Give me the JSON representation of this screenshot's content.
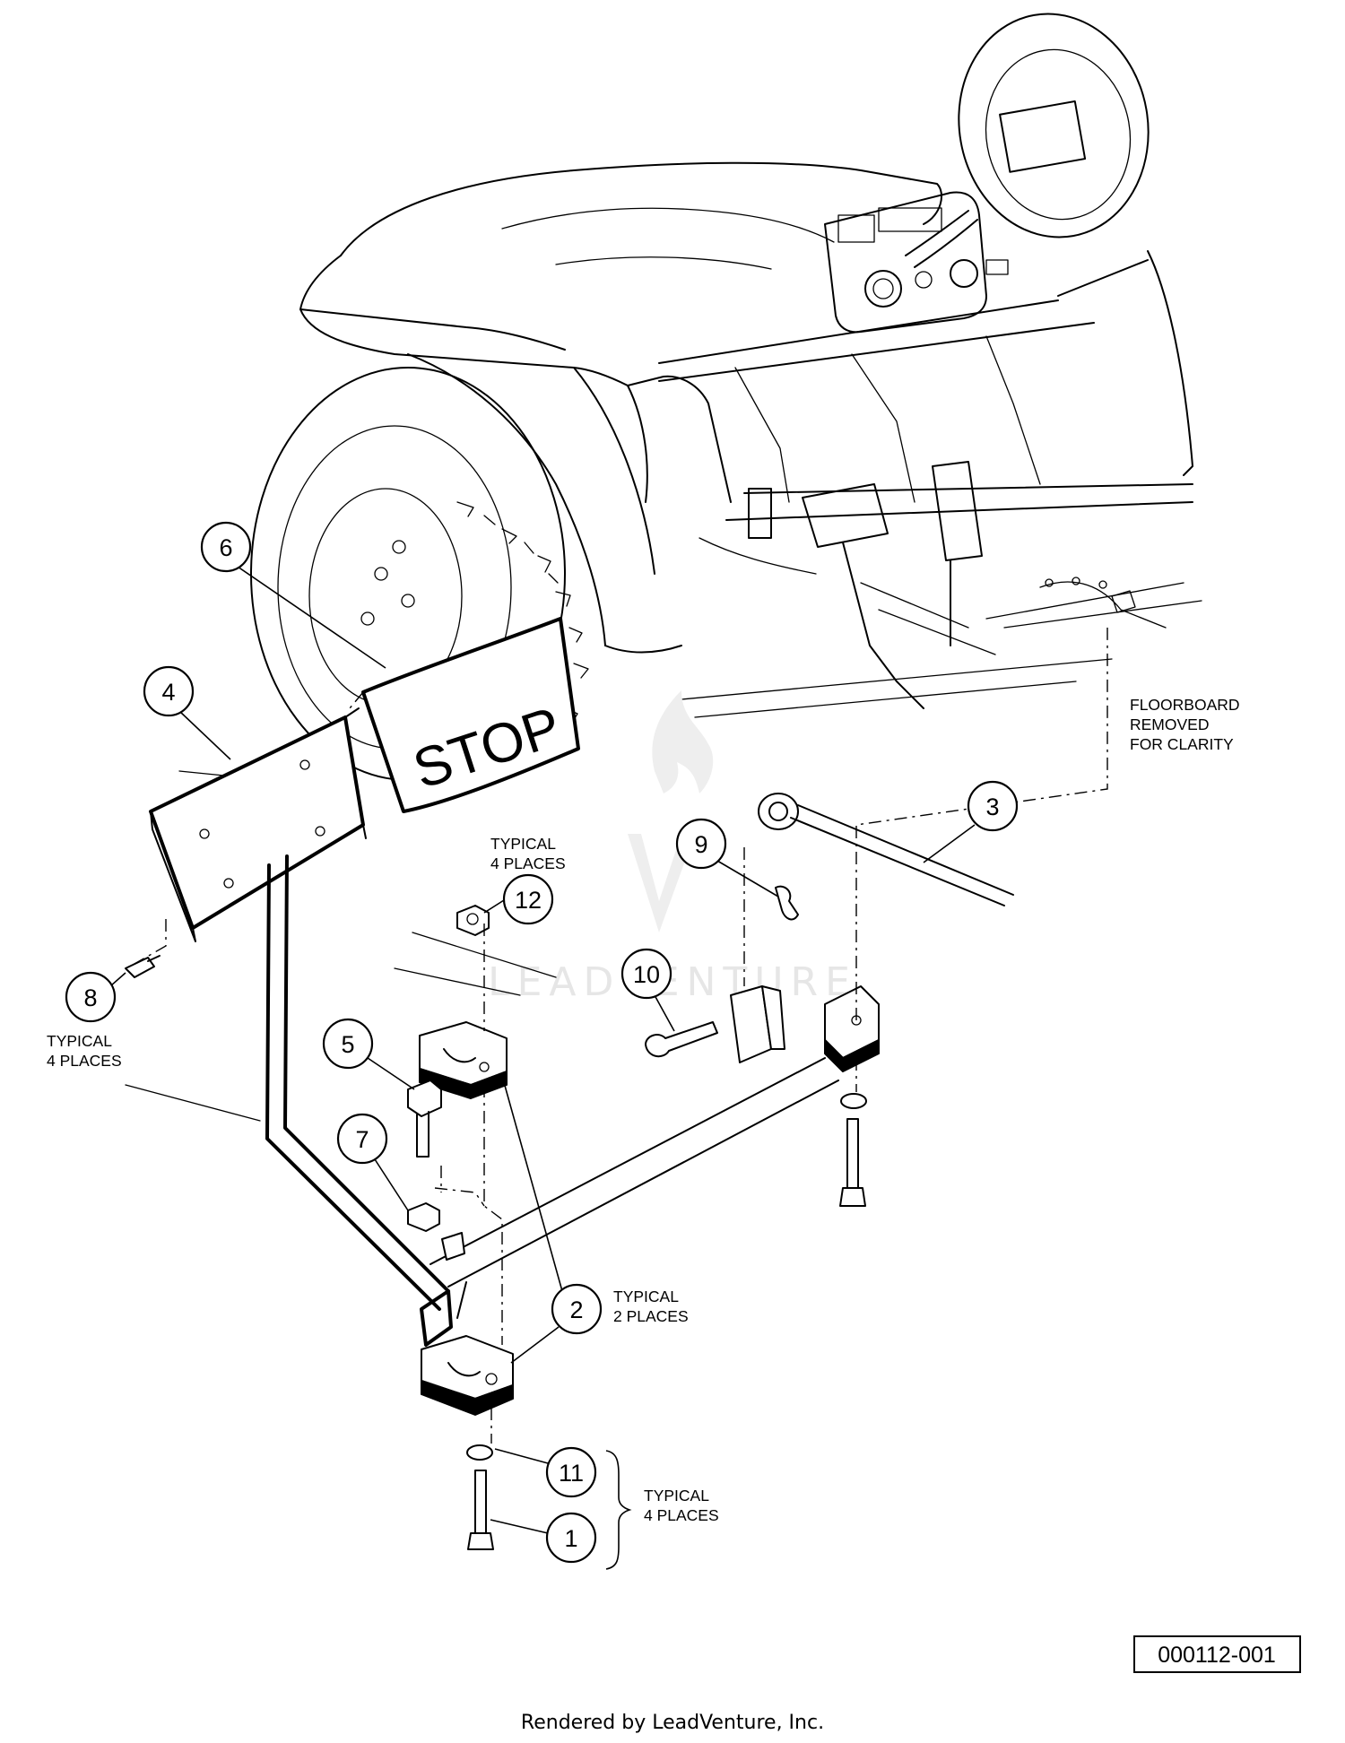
{
  "diagram": {
    "sign_text": "STOP",
    "callouts": [
      "1",
      "2",
      "3",
      "4",
      "5",
      "6",
      "7",
      "8",
      "9",
      "10",
      "11",
      "12"
    ],
    "notes": {
      "typical_4_places": [
        "TYPICAL",
        "4 PLACES"
      ],
      "typical_2_places": [
        "TYPICAL",
        "2 PLACES"
      ],
      "floorboard_removed": [
        "FLOORBOARD",
        "REMOVED",
        "FOR CLARITY"
      ]
    },
    "drawing_number": "000112-001",
    "watermark": "LEADVENTURE",
    "footer": "Rendered by LeadVenture, Inc."
  }
}
